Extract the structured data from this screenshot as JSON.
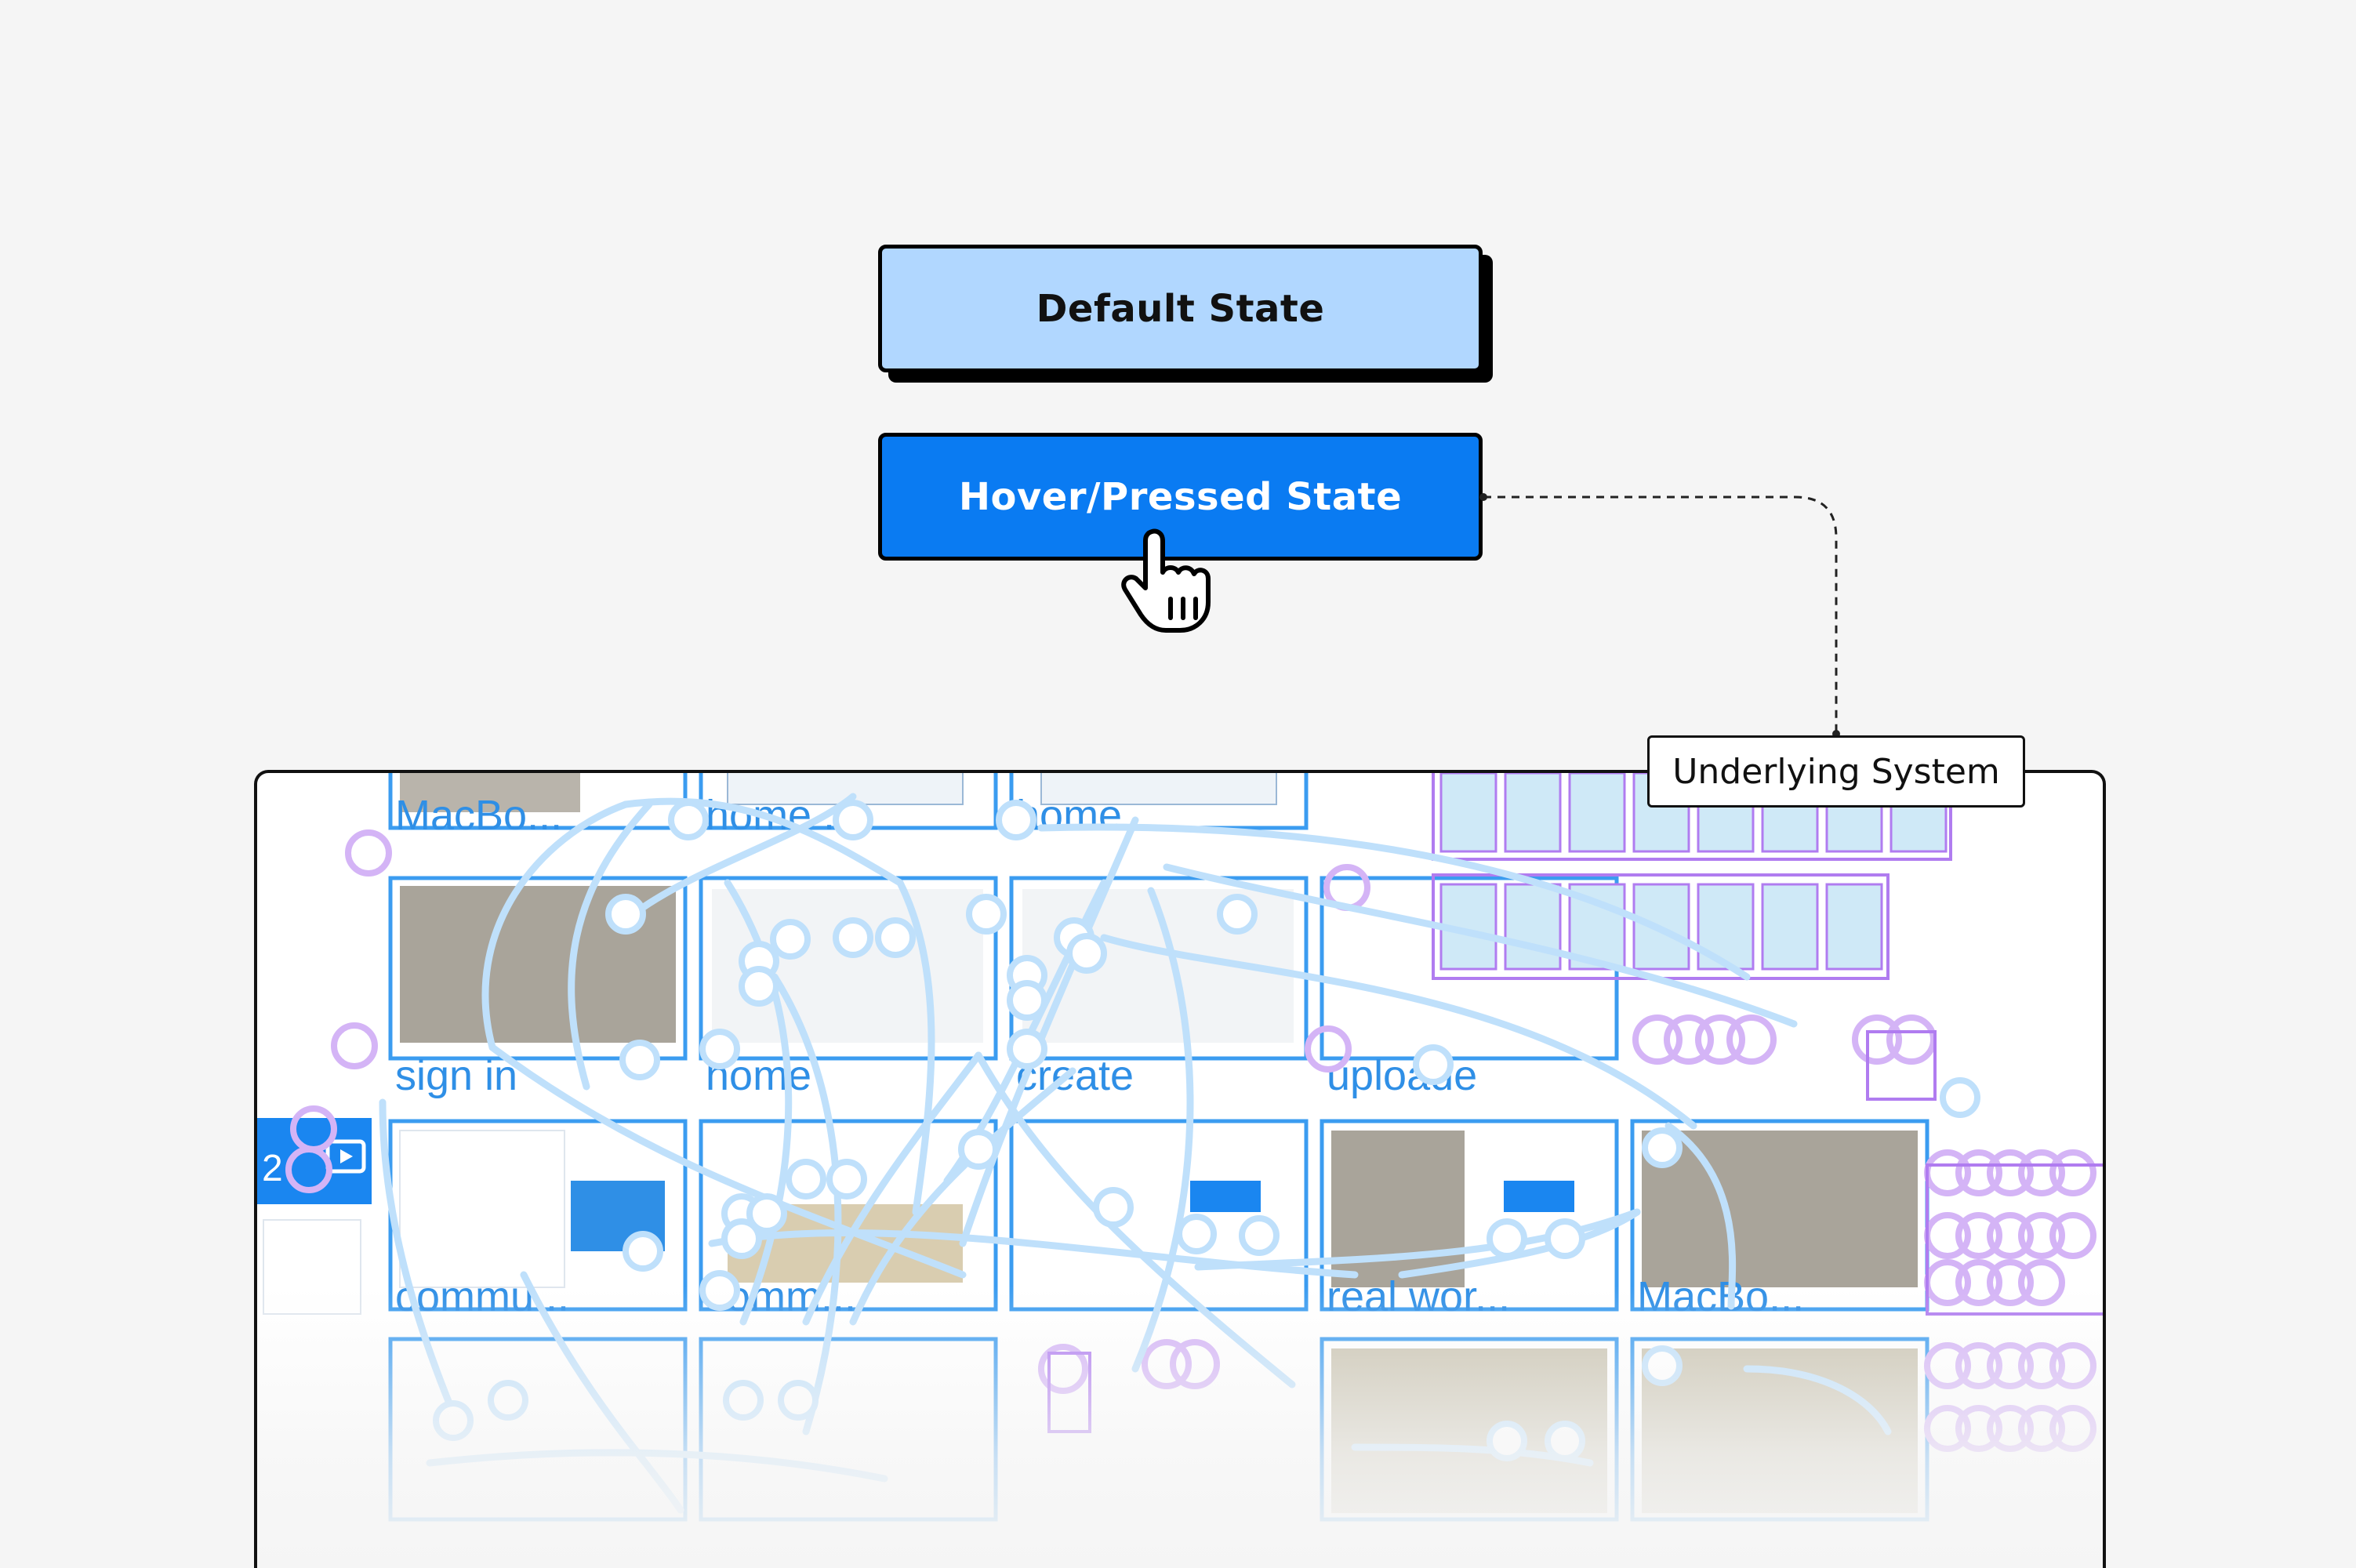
{
  "buttons": {
    "default_label": "Default State",
    "hover_label": "Hover/Pressed State"
  },
  "system_label": "Underlying System",
  "sidebar_number": "2",
  "screens": [
    {
      "label": "MacBo..."
    },
    {
      "label": "home ..."
    },
    {
      "label": "home ..."
    },
    {
      "label": "sign in"
    },
    {
      "label": "home"
    },
    {
      "label": "create"
    },
    {
      "label": "uploade"
    },
    {
      "label": "commu..."
    },
    {
      "label": "comm..."
    },
    {
      "label": "real wor..."
    },
    {
      "label": "MacBo..."
    }
  ],
  "colors": {
    "default_fill": "#b1d7ff",
    "hover_fill": "#0a7bf2",
    "flow_line": "#bfe0fb",
    "frame_border": "#3b9cf0",
    "component_purple": "#c9a2f2"
  },
  "icons": [
    "pointer-hand-icon",
    "video-icon"
  ]
}
